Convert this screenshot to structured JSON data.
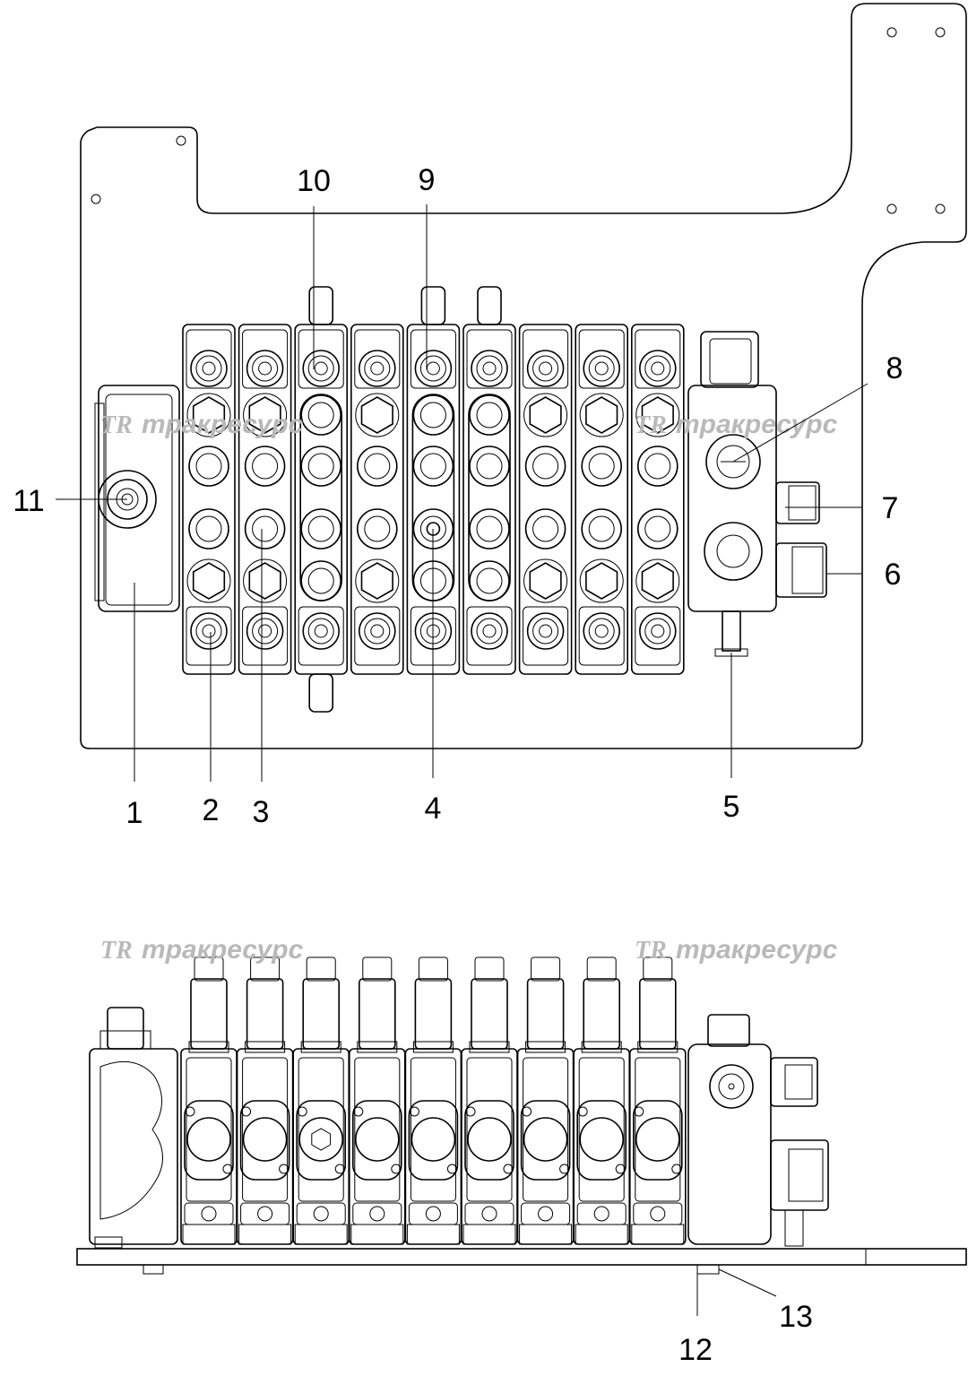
{
  "watermark": {
    "logo": "TR",
    "text": "тракресурс"
  },
  "callouts_top_view": [
    "1",
    "2",
    "3",
    "4",
    "5",
    "6",
    "7",
    "8",
    "9",
    "10",
    "11"
  ],
  "callouts_side_view": [
    "12",
    "13"
  ],
  "valve_sections": 9
}
